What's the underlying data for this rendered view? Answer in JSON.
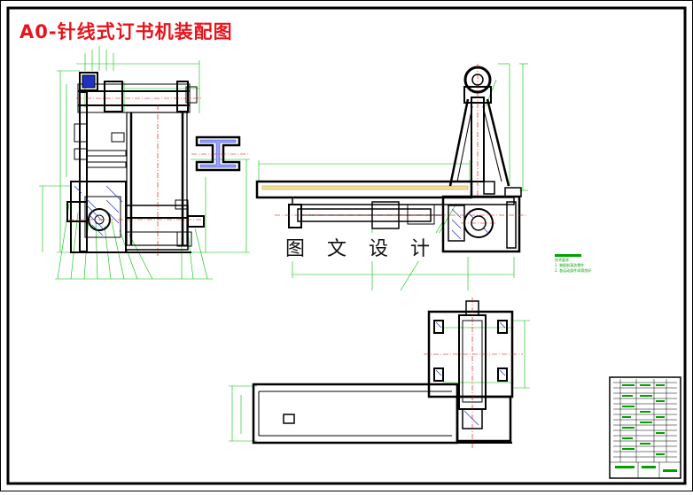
{
  "drawing": {
    "title": "A0-针线式订书机装配图",
    "watermark": "图 文 设 计",
    "colors": {
      "title_red": "#e8141b",
      "outline": "#000000",
      "dimension_green": "#00c000",
      "centerline_red": "#e00000",
      "hatch_blue": "#2030c0",
      "highlight_yellow": "#f0e0a0"
    },
    "notes": {
      "heading": "技术要求",
      "lines": [
        "1. 装配前清洗零件",
        "2. 各运动部件润滑良好"
      ]
    }
  }
}
